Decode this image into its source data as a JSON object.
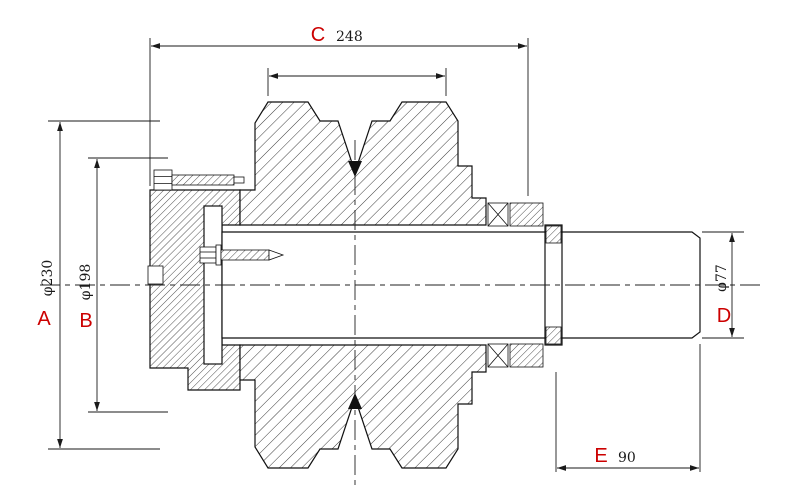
{
  "drawing": {
    "kind": "sectioned track roller assembly drawing"
  },
  "colors": {
    "letter": "#cc0000",
    "value": "#1a1a1a",
    "line": "#1a1a1a"
  },
  "dimensions": {
    "A": {
      "letter": "A",
      "value": "φ230"
    },
    "B": {
      "letter": "B",
      "value": "φ198"
    },
    "C": {
      "letter": "C",
      "value": "248"
    },
    "D": {
      "letter": "D",
      "value": "φ77"
    },
    "E": {
      "letter": "E",
      "value": "90"
    }
  }
}
